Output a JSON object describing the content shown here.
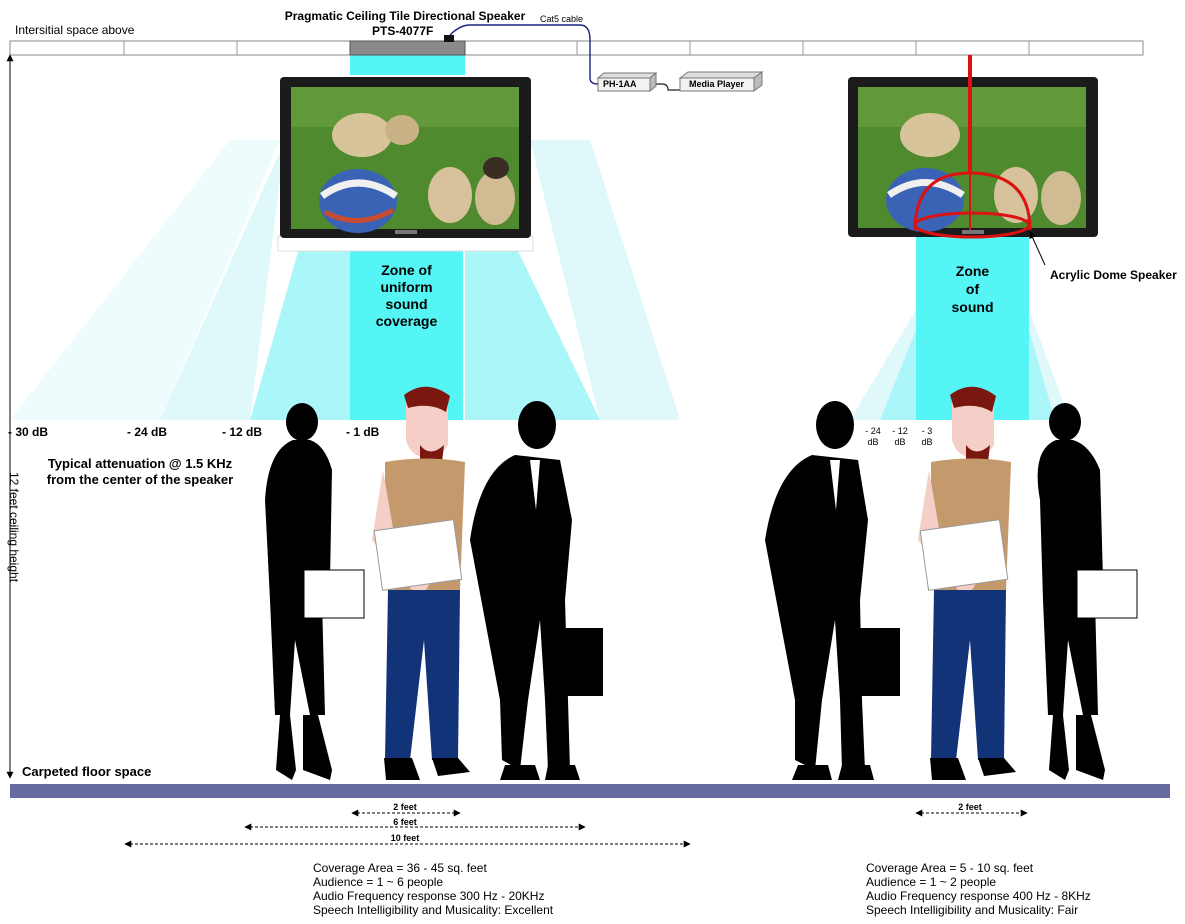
{
  "ceiling_label": "Intersitial space above",
  "product_title": "Pragmatic Ceiling Tile Directional Speaker",
  "product_model": "PTS-4077F",
  "cable_label": "Cat5 cable",
  "amp_label": "PH-1AA",
  "player_label": "Media Player",
  "left_zone": {
    "line1": "Zone of",
    "line2": "uniform",
    "line3": "sound",
    "line4": "coverage"
  },
  "right_zone": {
    "line1": "Zone",
    "line2": "of",
    "line3": "sound"
  },
  "dome_label": "Acrylic Dome Speaker",
  "left_db": [
    "- 30 dB",
    "- 24 dB",
    "- 12 dB",
    "- 1 dB"
  ],
  "right_db": [
    {
      "a": "- 24",
      "b": "dB"
    },
    {
      "a": "- 12",
      "b": "dB"
    },
    {
      "a": "- 3",
      "b": "dB"
    }
  ],
  "attenuation": {
    "line1": "Typical attenuation @ 1.5 KHz",
    "line2": "from the center of the speaker"
  },
  "height_label": "12 feet ceiling height",
  "floor_label": "Carpeted  floor space",
  "dims_left": [
    "2 feet",
    "6 feet",
    "10 feet"
  ],
  "dims_right": [
    "2 feet"
  ],
  "specs_left": [
    "Coverage Area = 36 - 45 sq. feet",
    "Audience = 1 ~ 6 people",
    "Audio Frequency response 300 Hz - 20KHz",
    "Speech Intelligibility and Musicality:  Excellent"
  ],
  "specs_right": [
    "Coverage Area = 5 - 10 sq. feet",
    "Audience = 1 ~ 2 people",
    "Audio Frequency response 400 Hz - 8KHz",
    "Speech Intelligibility and Musicality:  Fair"
  ],
  "colors": {
    "beam": "#55f4f5",
    "beam_light": "#c9f8fa",
    "floor": "#676aa0",
    "dome": "#dd1111",
    "jeans": "#123377",
    "shirt": "#c49a6c",
    "hair": "#7a1810",
    "skin": "#f5cfc7"
  }
}
